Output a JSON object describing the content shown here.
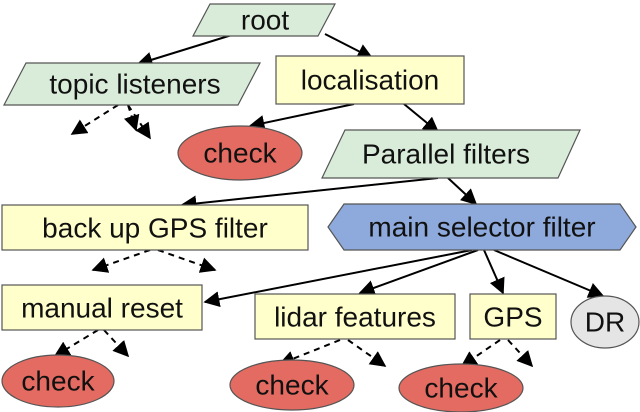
{
  "colors": {
    "parallelogram": "#d9ecd9",
    "rect": "#ffffcc",
    "selector": "#8ea9db",
    "check": "#e36b61",
    "dr": "#e5e5e5"
  },
  "nodes": {
    "root": "root",
    "topic_listeners": "topic listeners",
    "localisation": "localisation",
    "check_loc": "check",
    "parallel_filters": "Parallel filters",
    "backup_gps": "back up GPS filter",
    "main_selector": "main selector filter",
    "manual_reset": "manual reset",
    "lidar_features": "lidar features",
    "gps": "GPS",
    "dr": "DR",
    "check_manual": "check",
    "check_lidar": "check",
    "check_gps": "check"
  }
}
